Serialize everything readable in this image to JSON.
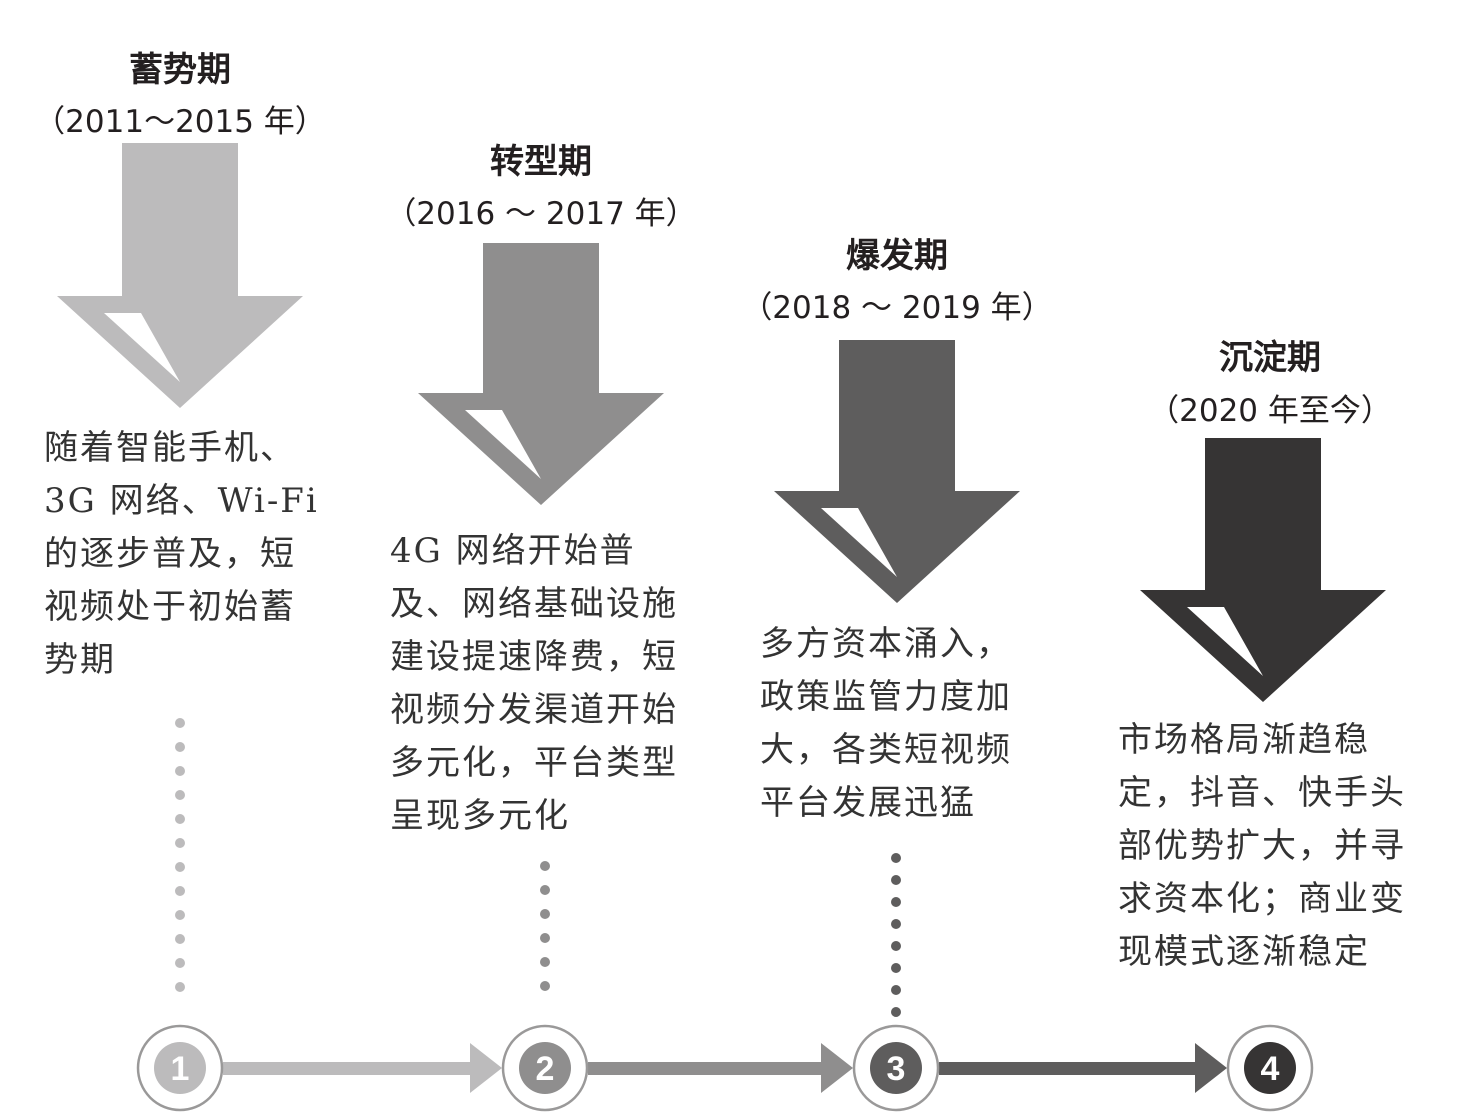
{
  "stages": [
    {
      "number": "1",
      "title": "蓄势期",
      "years": "（2011～2015 年）",
      "description": "随着智能手机、3G 网络、Wi-Fi 的逐步普及，短视频处于初始蓄势期",
      "color": "#bcbbbc"
    },
    {
      "number": "2",
      "title": "转型期",
      "years": "（2016 ～ 2017 年）",
      "description": "4G 网络开始普及、网络基础设施建设提速降费，短视频分发渠道开始多元化，平台类型呈现多元化",
      "color": "#8f8e8e"
    },
    {
      "number": "3",
      "title": "爆发期",
      "years": "（2018 ～ 2019 年）",
      "description": "多方资本涌入，政策监管力度加大，各类短视频平台发展迅猛",
      "color": "#5e5d5d"
    },
    {
      "number": "4",
      "title": "沉淀期",
      "years": "（2020 年至今）",
      "description": "市场格局渐趋稳定，抖音、快手头部优势扩大，并寻求资本化；商业变现模式逐渐稳定",
      "color": "#363434"
    }
  ]
}
